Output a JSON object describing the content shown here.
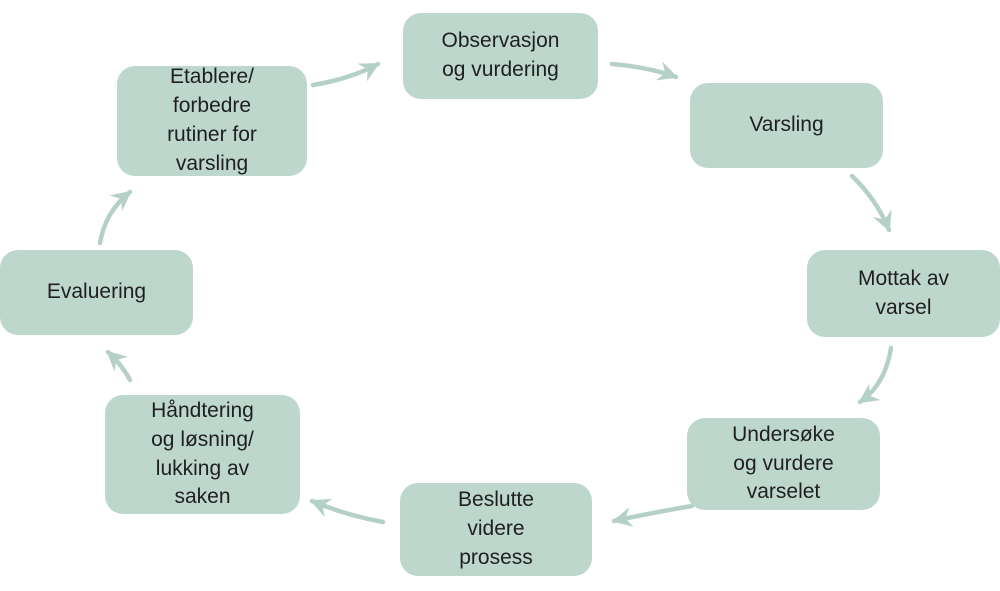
{
  "diagram": {
    "type": "cycle",
    "nodes": [
      {
        "id": "observasjon-og-vurdering",
        "label": "Observasjon\nog vurdering"
      },
      {
        "id": "varsling",
        "label": "Varsling"
      },
      {
        "id": "mottak-av-varsel",
        "label": "Mottak av\nvarsel"
      },
      {
        "id": "undersoke-og-vurdere-varselet",
        "label": "Undersøke\nog vurdere\nvarselet"
      },
      {
        "id": "beslutte-videre-prosess",
        "label": "Beslutte\nvidere\nprosess"
      },
      {
        "id": "handtering-og-losning",
        "label": "Håndtering\nog løsning/\nlukking av\nsaken"
      },
      {
        "id": "evaluering",
        "label": "Evaluering"
      },
      {
        "id": "etablere-forbedre-rutiner",
        "label": "Etablere/\nforbedre\nrutiner for\nvarsling"
      }
    ],
    "arrows": [
      {
        "from": "etablere-forbedre-rutiner",
        "to": "observasjon-og-vurdering"
      },
      {
        "from": "observasjon-og-vurdering",
        "to": "varsling"
      },
      {
        "from": "varsling",
        "to": "mottak-av-varsel"
      },
      {
        "from": "mottak-av-varsel",
        "to": "undersoke-og-vurdere-varselet"
      },
      {
        "from": "undersoke-og-vurdere-varselet",
        "to": "beslutte-videre-prosess"
      },
      {
        "from": "beslutte-videre-prosess",
        "to": "handtering-og-losning"
      },
      {
        "from": "handtering-og-losning",
        "to": "evaluering"
      },
      {
        "from": "evaluering",
        "to": "etablere-forbedre-rutiner"
      }
    ],
    "colors": {
      "box_fill": "#bed7cd",
      "arrow": "#b5d1c7",
      "text": "#1f1f1f",
      "background": "#ffffff"
    }
  }
}
